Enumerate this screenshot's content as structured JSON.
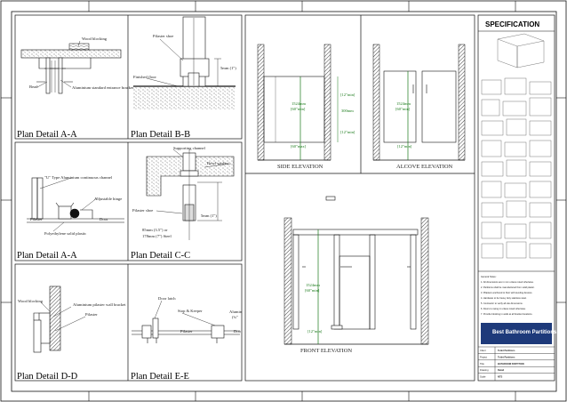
{
  "details": {
    "a1": {
      "title": "Plan Detail A-A",
      "labels": {
        "wood_blocking": "Wood blocking",
        "bead": "Bead",
        "aluminium_bracket": "Aluminium standard entrance bracket"
      }
    },
    "b": {
      "title": "Plan Detail B-B",
      "labels": {
        "pilaster_shoe": "Pilaster shoe",
        "finished_floor": "Finished floor",
        "dim": "5mm (1\")"
      }
    },
    "a2": {
      "title": "Plan Detail A-A",
      "labels": {
        "channel": "\"U\" Type Aluminium continuous channel",
        "adjustable_hinge": "Adjustable hinge",
        "pilaster": "Pilaster",
        "door": "Door",
        "solid_plastic": "Polyethylene solid plastic"
      }
    },
    "c": {
      "title": "Plan Detail C-C",
      "labels": {
        "supporting_channel": "Supporting channel",
        "bowl_washer": "Bowl washer",
        "pilaster_shoe": "Pilaster shoe",
        "dim": "5mm (1\")",
        "height_1": "85mm (3.5\") or",
        "height_2": "178mm (7\") Steel"
      }
    },
    "d": {
      "title": "Plan Detail D-D",
      "labels": {
        "wood_blocking": "Wood blocking",
        "wall_bracket": "Aluminium pilaster wall bracket",
        "pilaster": "Pilaster"
      }
    },
    "e": {
      "title": "Plan Detail E-E",
      "labels": {
        "door_latch": "Door latch",
        "stop_keeper": "Stop & Keeper",
        "pilaster": "Pilaster",
        "aluminium": "Alumin",
        "aluminium_sub": "(¾\"",
        "door": "Doo"
      }
    }
  },
  "elevations": {
    "side": {
      "title": "SIDE ELEVATION",
      "dims": [
        "1524mm",
        "[60\"min]",
        "[60\"max]",
        "[12\"min]",
        "300mm",
        "[12\"min]"
      ]
    },
    "alcove": {
      "title": "ALCOVE ELEVATION",
      "dims": [
        "1524mm",
        "[60\"min]",
        "[12\"min]"
      ]
    },
    "front": {
      "title": "FRONT ELEVATION",
      "dims": [
        "1524mm",
        "[60\"min]",
        "[12\"min]"
      ]
    }
  },
  "spec": {
    "title": "SPECIFICATION",
    "notes": [
      "General Notes:",
      "1. All dimensions are in mm unless noted otherwise.",
      "2. Partitions shall be manufactured from solid plastic.",
      "3. Pilasters anchored to floor with leveling devices.",
      "4. Hardware to be heavy duty stainless steel.",
      "5. Contractor to verify all site dimensions.",
      "6. Doors to swing in unless noted otherwise.",
      "7. Provide blocking in walls at all bracket locations."
    ],
    "company": "Best Bathroom Partitions",
    "rows": [
      {
        "k": "Client",
        "v": "Toilet Partitions"
      },
      {
        "k": "Project",
        "v": "Toilet Partitions"
      },
      {
        "k": "Title",
        "v": "BATHROOM PARTITION"
      },
      {
        "k": "Drawing",
        "v": "Detail"
      },
      {
        "k": "Scale",
        "v": "NTS"
      }
    ]
  },
  "colors": {
    "line": "#111111",
    "dim": "#1a7a1a",
    "accent": "#1e3a7a"
  }
}
